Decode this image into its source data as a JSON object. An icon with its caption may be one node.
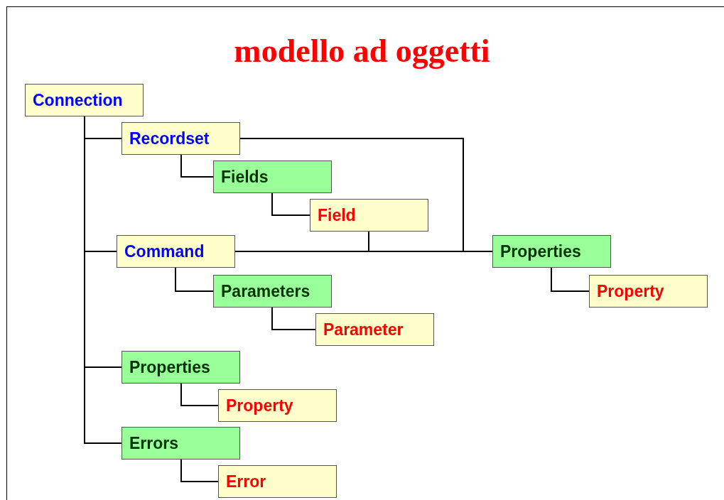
{
  "diagram": {
    "title": "modello ad oggetti",
    "nodes": [
      {
        "text": [
          "Connection"
        ]
      },
      {
        "text": [
          "Recordset"
        ]
      },
      {
        "text": [
          "Fields"
        ]
      },
      {
        "text": [
          "Field"
        ]
      },
      {
        "text": [
          "Command"
        ]
      },
      {
        "text": [
          "Properties"
        ]
      },
      {
        "text": [
          "Parameters"
        ]
      },
      {
        "text": [
          "Property"
        ]
      },
      {
        "text": [
          "Parameter"
        ]
      },
      {
        "text": [
          "Properties"
        ]
      },
      {
        "text": [
          "Property"
        ]
      },
      {
        "text": [
          "Errors"
        ]
      },
      {
        "text": [
          "Error"
        ]
      }
    ],
    "edges": [
      {
        "from": 0,
        "to": 1,
        "arrow": "none"
      },
      {
        "from": 0,
        "to": 4,
        "arrow": "none"
      },
      {
        "from": 0,
        "to": 9,
        "arrow": "none"
      },
      {
        "from": 0,
        "to": 11,
        "arrow": "none"
      },
      {
        "from": 1,
        "to": 2,
        "arrow": "none"
      },
      {
        "from": 2,
        "to": 3,
        "arrow": "none"
      },
      {
        "from": 1,
        "to": 5,
        "arrow": "none"
      },
      {
        "from": 4,
        "to": 5,
        "arrow": "none"
      },
      {
        "from": 3,
        "to": 5,
        "arrow": "none"
      },
      {
        "from": 4,
        "to": 6,
        "arrow": "none"
      },
      {
        "from": 6,
        "to": 8,
        "arrow": "none"
      },
      {
        "from": 5,
        "to": 7,
        "arrow": "none"
      },
      {
        "from": 9,
        "to": 10,
        "arrow": "none"
      },
      {
        "from": 11,
        "to": 12,
        "arrow": "none"
      }
    ]
  }
}
